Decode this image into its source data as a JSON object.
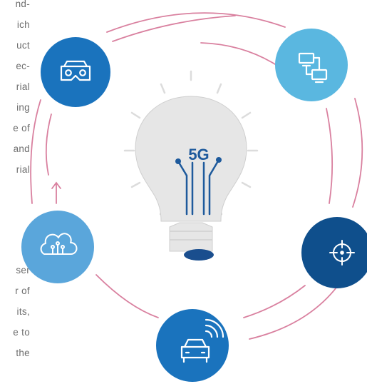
{
  "text_fragments_top": [
    "nd-",
    "ich",
    "uct",
    "ec-",
    "rial",
    "ing",
    "e of",
    "and",
    "rial"
  ],
  "text_fragments_bottom": [
    "ser",
    "r of",
    "its,",
    "e to",
    "the"
  ],
  "center_label": "5G",
  "nodes": [
    {
      "icon": "vr-headset-icon",
      "color": "#1a73bd"
    },
    {
      "icon": "connected-computers-icon",
      "color": "#5ab7e0"
    },
    {
      "icon": "crosshair-target-icon",
      "color": "#0f4f8c"
    },
    {
      "icon": "connected-car-icon",
      "color": "#1a73bd"
    },
    {
      "icon": "cloud-network-icon",
      "color": "#5aa6db"
    }
  ],
  "colors": {
    "arc": "#d9809f",
    "bulb": "#e6e6e6",
    "bulb_outline": "#cfcfcf",
    "circuit": "#1e5a9c",
    "rays": "#dcdcdc",
    "text": "#6d6d6d"
  }
}
